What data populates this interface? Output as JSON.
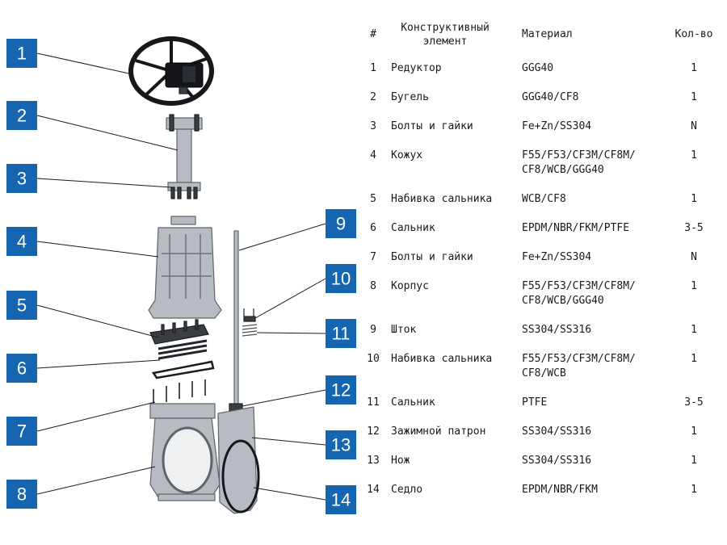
{
  "headers": {
    "num": "#",
    "element_line1": "Конструктивный",
    "element_line2": "элемент",
    "material": "Материал",
    "qty": "Кол-во"
  },
  "callouts": [
    "1",
    "2",
    "3",
    "4",
    "5",
    "6",
    "7",
    "8",
    "9",
    "10",
    "11",
    "12",
    "13",
    "14"
  ],
  "rows": [
    {
      "num": "1",
      "element": "Редуктор",
      "material": [
        "GGG40"
      ],
      "qty": "1"
    },
    {
      "num": "2",
      "element": "Бугель",
      "material": [
        "GGG40/CF8"
      ],
      "qty": "1"
    },
    {
      "num": "3",
      "element": "Болты и гайки",
      "material": [
        "Fe+Zn/SS304"
      ],
      "qty": "N"
    },
    {
      "num": "4",
      "element": "Кожух",
      "material": [
        "F55/F53/CF3M/CF8M/",
        "CF8/WCB/GGG40"
      ],
      "qty": "1"
    },
    {
      "num": "5",
      "element": "Набивка сальника",
      "material": [
        "WCB/CF8"
      ],
      "qty": "1"
    },
    {
      "num": "6",
      "element": "Сальник",
      "material": [
        "EPDM/NBR/FKM/PTFE"
      ],
      "qty": "3-5"
    },
    {
      "num": "7",
      "element": "Болты и гайки",
      "material": [
        "Fe+Zn/SS304"
      ],
      "qty": "N"
    },
    {
      "num": "8",
      "element": "Корпус",
      "material": [
        "F55/F53/CF3M/CF8M/",
        "CF8/WCB/GGG40"
      ],
      "qty": "1"
    },
    {
      "num": "9",
      "element": "Шток",
      "material": [
        "SS304/SS316"
      ],
      "qty": "1"
    },
    {
      "num": "10",
      "element": "Набивка сальника",
      "material": [
        "F55/F53/CF3M/CF8M/",
        "CF8/WCB"
      ],
      "qty": "1"
    },
    {
      "num": "11",
      "element": "Сальник",
      "material": [
        "PTFE"
      ],
      "qty": "3-5"
    },
    {
      "num": "12",
      "element": "Зажимной патрон",
      "material": [
        "SS304/SS316"
      ],
      "qty": "1"
    },
    {
      "num": "13",
      "element": "Нож",
      "material": [
        "SS304/SS316"
      ],
      "qty": "1"
    },
    {
      "num": "14",
      "element": "Седло",
      "material": [
        "EPDM/NBR/FKM"
      ],
      "qty": "1"
    }
  ],
  "colors": {
    "badge": "#1565b0",
    "badge_text": "#ffffff",
    "part_metal": "#b7bcc2",
    "part_dark": "#3a3d42"
  }
}
